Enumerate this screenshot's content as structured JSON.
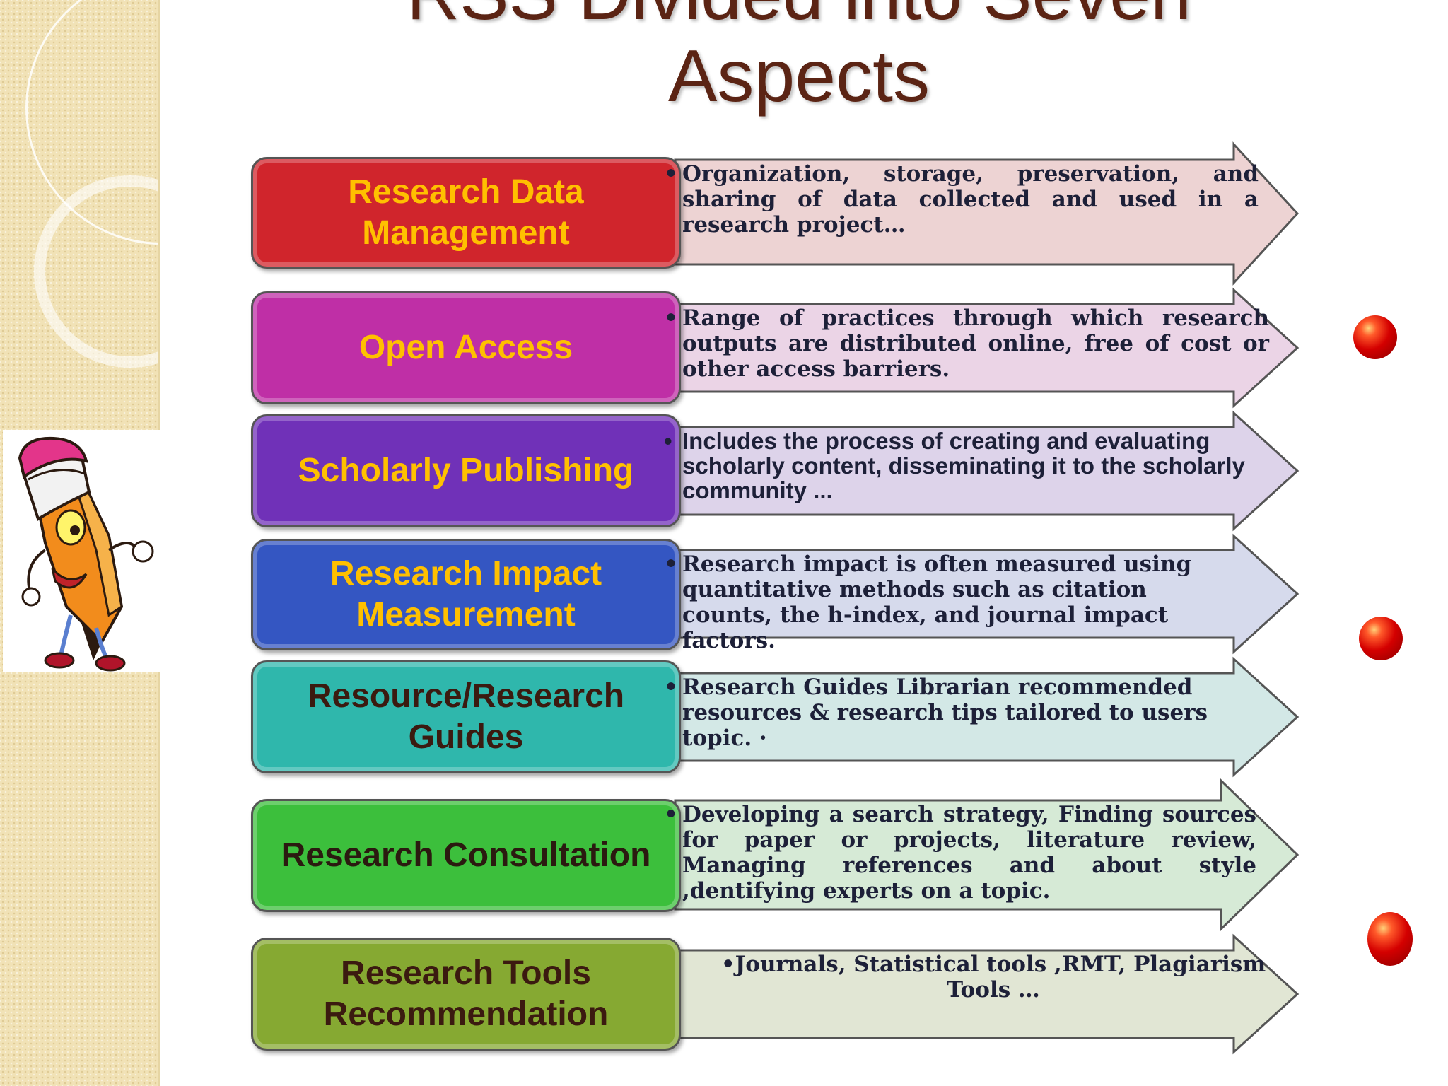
{
  "slide": {
    "title_line1": "RSS Divided into Seven",
    "title_line2": "Aspects"
  },
  "aspects": [
    {
      "label_line1": "Research Data",
      "label_line2": "Management",
      "description": "Organization, storage, preservation, and sharing of data collected and used in a research project…",
      "box_color": "#d0252c",
      "label_color": "#ffc000",
      "arrow_color": "#edd3d3"
    },
    {
      "label_line1": "Open Access",
      "label_line2": "",
      "description": "Range of practices through which research outputs are distributed online, free of cost or other access barriers.",
      "box_color": "#bf2fa6",
      "label_color": "#ffc000",
      "arrow_color": "#ebd4e6"
    },
    {
      "label_line1": "Scholarly Publishing",
      "label_line2": "",
      "description": "Includes the process of creating and evaluating scholarly content, disseminating it to the scholarly community ...",
      "box_color": "#7031b8",
      "label_color": "#ffc000",
      "arrow_color": "#ddd3ea"
    },
    {
      "label_line1": "Research Impact",
      "label_line2": "Measurement",
      "description": "Research impact is often measured using quantitative methods such as citation counts, the h-index, and journal impact factors.",
      "box_color": "#3456c2",
      "label_color": "#ffc000",
      "arrow_color": "#d6daec"
    },
    {
      "label_line1": "Resource/Research",
      "label_line2": "Guides",
      "description": "Research Guides Librarian recommended resources & research tips tailored to users topic. ·",
      "box_color": "#2fb7ac",
      "label_color": "#3b1a10",
      "arrow_color": "#d3e8e6"
    },
    {
      "label_line1": "Research Consultation",
      "label_line2": "",
      "description": "Developing a search strategy, Finding sources for paper or projects, literature review, Managing references and about style ,dentifying experts on a topic.",
      "box_color": "#3cbf3c",
      "label_color": "#2b1a10",
      "arrow_color": "#d6ead6"
    },
    {
      "label_line1": "Research Tools",
      "label_line2": "Recommendation",
      "description": "•Journals, Statistical tools ,RMT, Plagiarism Tools …",
      "box_color": "#86a932",
      "label_color": "#3b1a10",
      "arrow_color": "#e1e6d4"
    }
  ],
  "decor": {
    "mascot_icon": "pencil-mascot-icon",
    "ball_icon": "red-ball-icon"
  }
}
